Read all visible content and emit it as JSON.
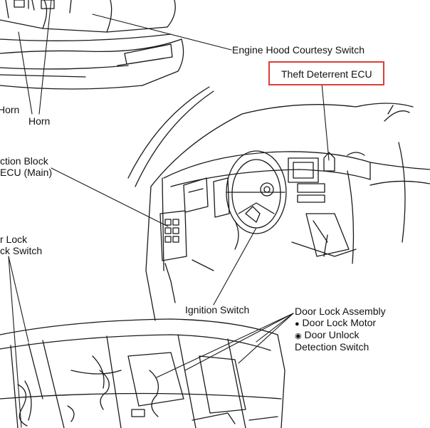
{
  "diagram": {
    "highlight_color": "#d9403a",
    "line_color": "#1a1a1a",
    "labels": {
      "engine_hood_courtesy_switch": "Engine Hood Courtesy Switch",
      "theft_deterrent_ecu": "Theft Deterrent ECU",
      "horn_left": "Horn",
      "horn": "Horn",
      "junction_block_line1": "ction Block",
      "junction_block_line2": "ECU (Main)",
      "door_lock_switch_line1": "r Lock",
      "door_lock_switch_line2": "ck Switch",
      "ignition_switch": "Ignition Switch",
      "door_lock_assembly": "Door Lock Assembly",
      "door_lock_motor": "Door Lock Motor",
      "door_unlock_detection_line1": "Door Unlock",
      "door_unlock_detection_line2": "Detection Switch"
    },
    "bullets": {
      "filled": "●",
      "hollow": "◉"
    }
  }
}
